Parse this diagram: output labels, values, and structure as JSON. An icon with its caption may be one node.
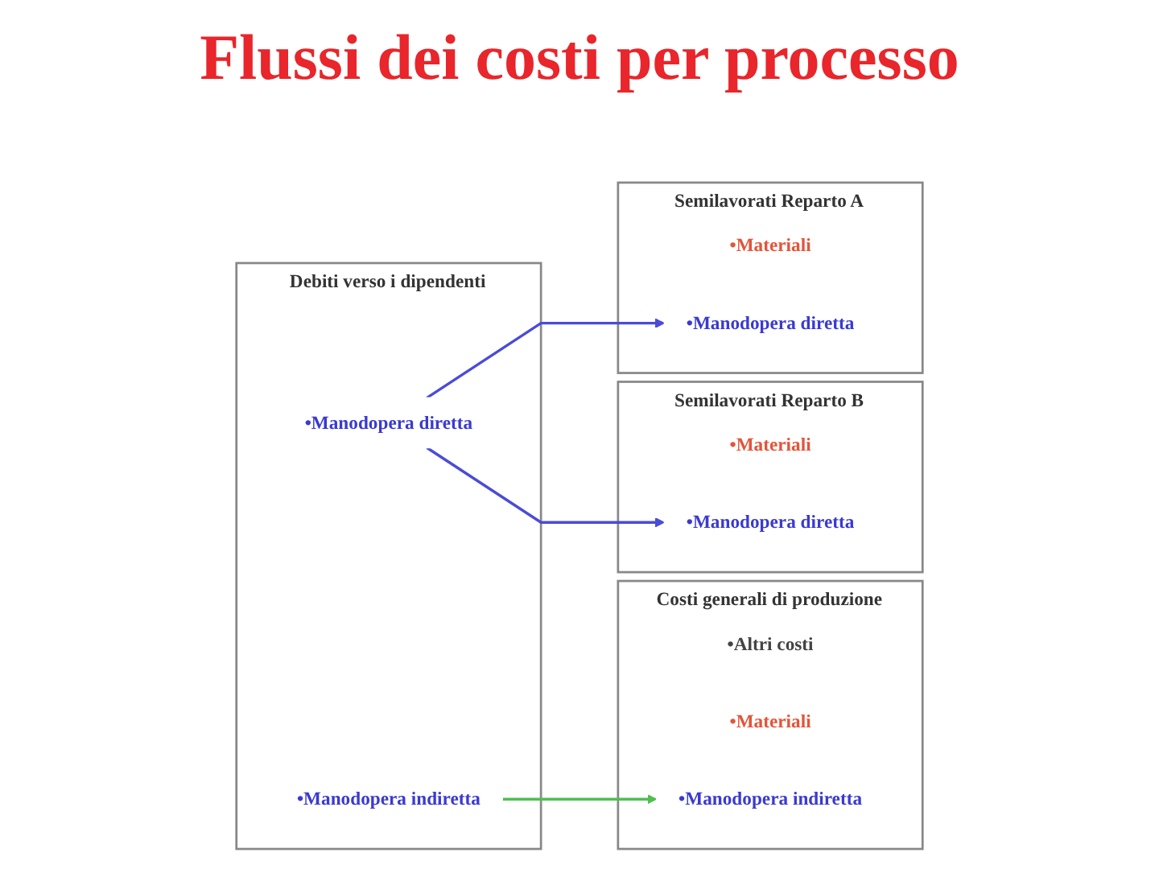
{
  "diagram": {
    "title": "Flussi dei costi per processo",
    "nodes": [
      {
        "text": [
          "Debiti verso i dipendenti"
        ]
      },
      {
        "text": [
          "•Manodopera diretta"
        ],
        "in": 0
      },
      {
        "text": [
          "•Manodopera indiretta"
        ],
        "in": 0
      },
      {
        "text": [
          "Semilavorati Reparto A"
        ]
      },
      {
        "text": [
          "•Materiali"
        ],
        "in": 3
      },
      {
        "text": [
          "•Manodopera diretta"
        ],
        "in": 3
      },
      {
        "text": [
          "Costi generali di produzione"
        ]
      },
      {
        "text": [
          "•Altri costi"
        ],
        "in": 6
      },
      {
        "text": [
          "•Materiali"
        ],
        "in": 6
      },
      {
        "text": [
          "•Manodopera indiretta"
        ],
        "in": 6
      },
      {
        "text": [
          "Semilavorati Reparto B"
        ]
      },
      {
        "text": [
          "•Materiali"
        ],
        "in": 10
      },
      {
        "text": [
          "•Manodopera diretta"
        ],
        "in": 10
      }
    ],
    "edges": [
      {
        "from": 1,
        "to": 5,
        "arrow": "to",
        "color": "#4b4bd8"
      },
      {
        "from": 1,
        "to": 12,
        "arrow": "to",
        "color": "#4b4bd8"
      },
      {
        "from": 2,
        "to": 9,
        "arrow": "to",
        "color": "#4fbf4f"
      }
    ]
  }
}
